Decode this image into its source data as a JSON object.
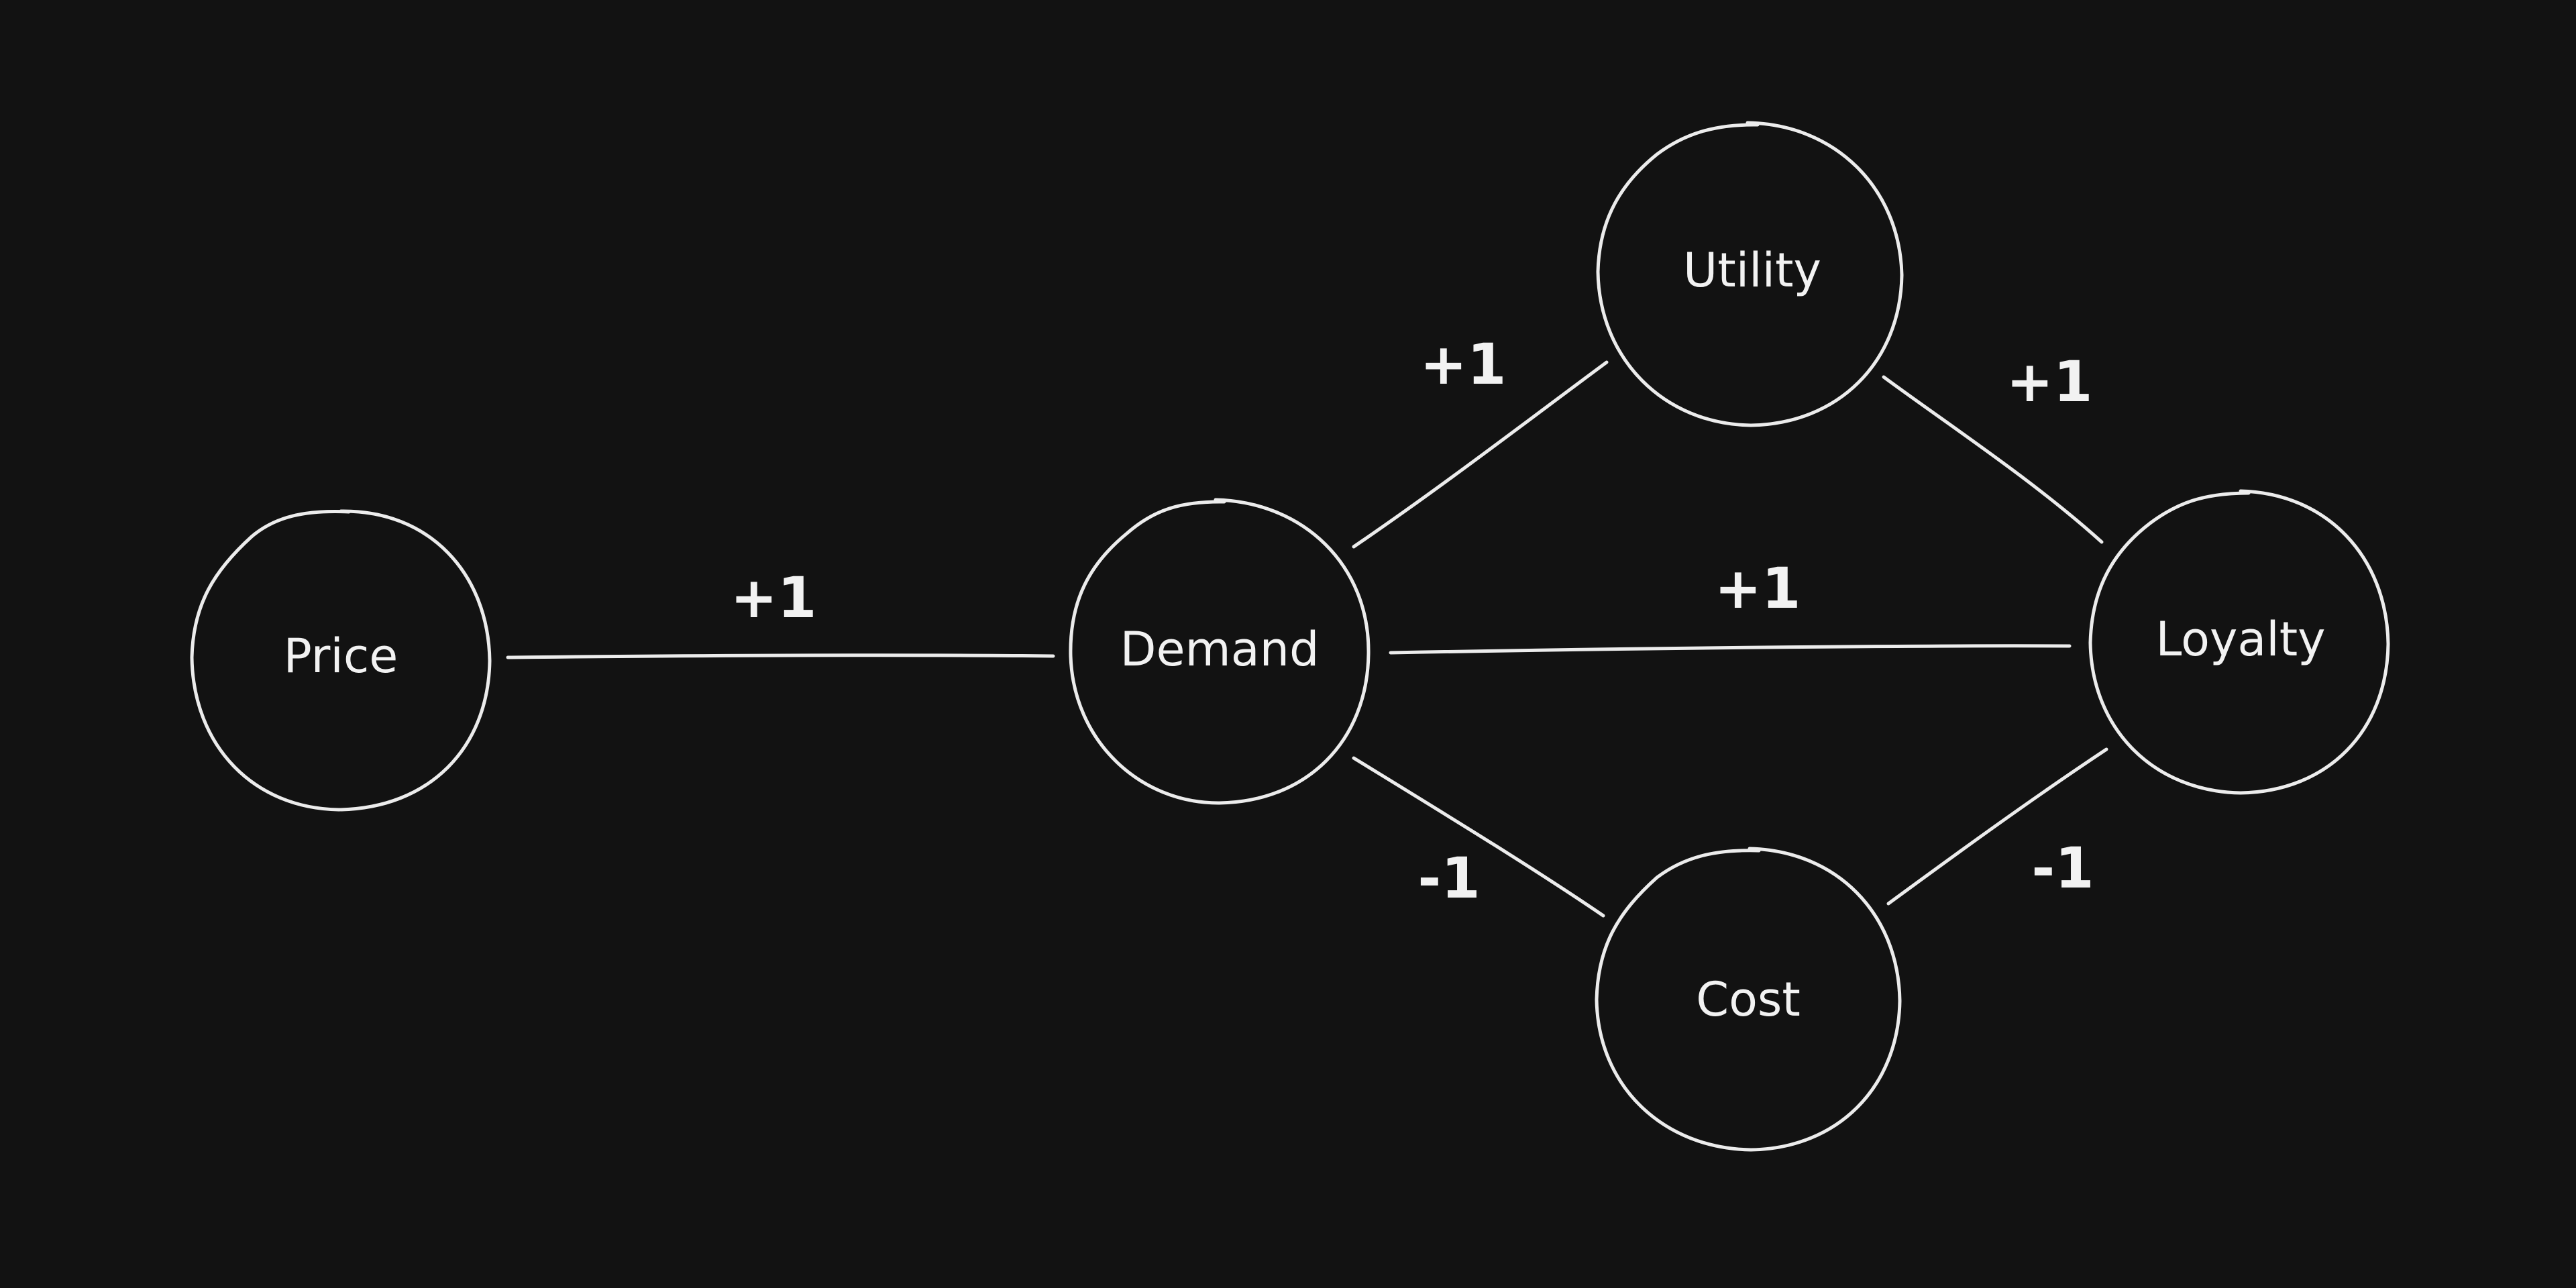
{
  "background_color": "#121212",
  "stroke_color": "#ececec",
  "nodes": [
    {
      "id": "price",
      "label": "Price"
    },
    {
      "id": "demand",
      "label": "Demand"
    },
    {
      "id": "utility",
      "label": "Utility"
    },
    {
      "id": "loyalty",
      "label": "Loyalty"
    },
    {
      "id": "cost",
      "label": "Cost"
    }
  ],
  "edges": [
    {
      "from": "price",
      "to": "demand",
      "label": "+1"
    },
    {
      "from": "demand",
      "to": "utility",
      "label": "+1"
    },
    {
      "from": "utility",
      "to": "loyalty",
      "label": "+1"
    },
    {
      "from": "demand",
      "to": "loyalty",
      "label": "+1"
    },
    {
      "from": "demand",
      "to": "cost",
      "label": "-1"
    },
    {
      "from": "cost",
      "to": "loyalty",
      "label": "-1"
    }
  ]
}
